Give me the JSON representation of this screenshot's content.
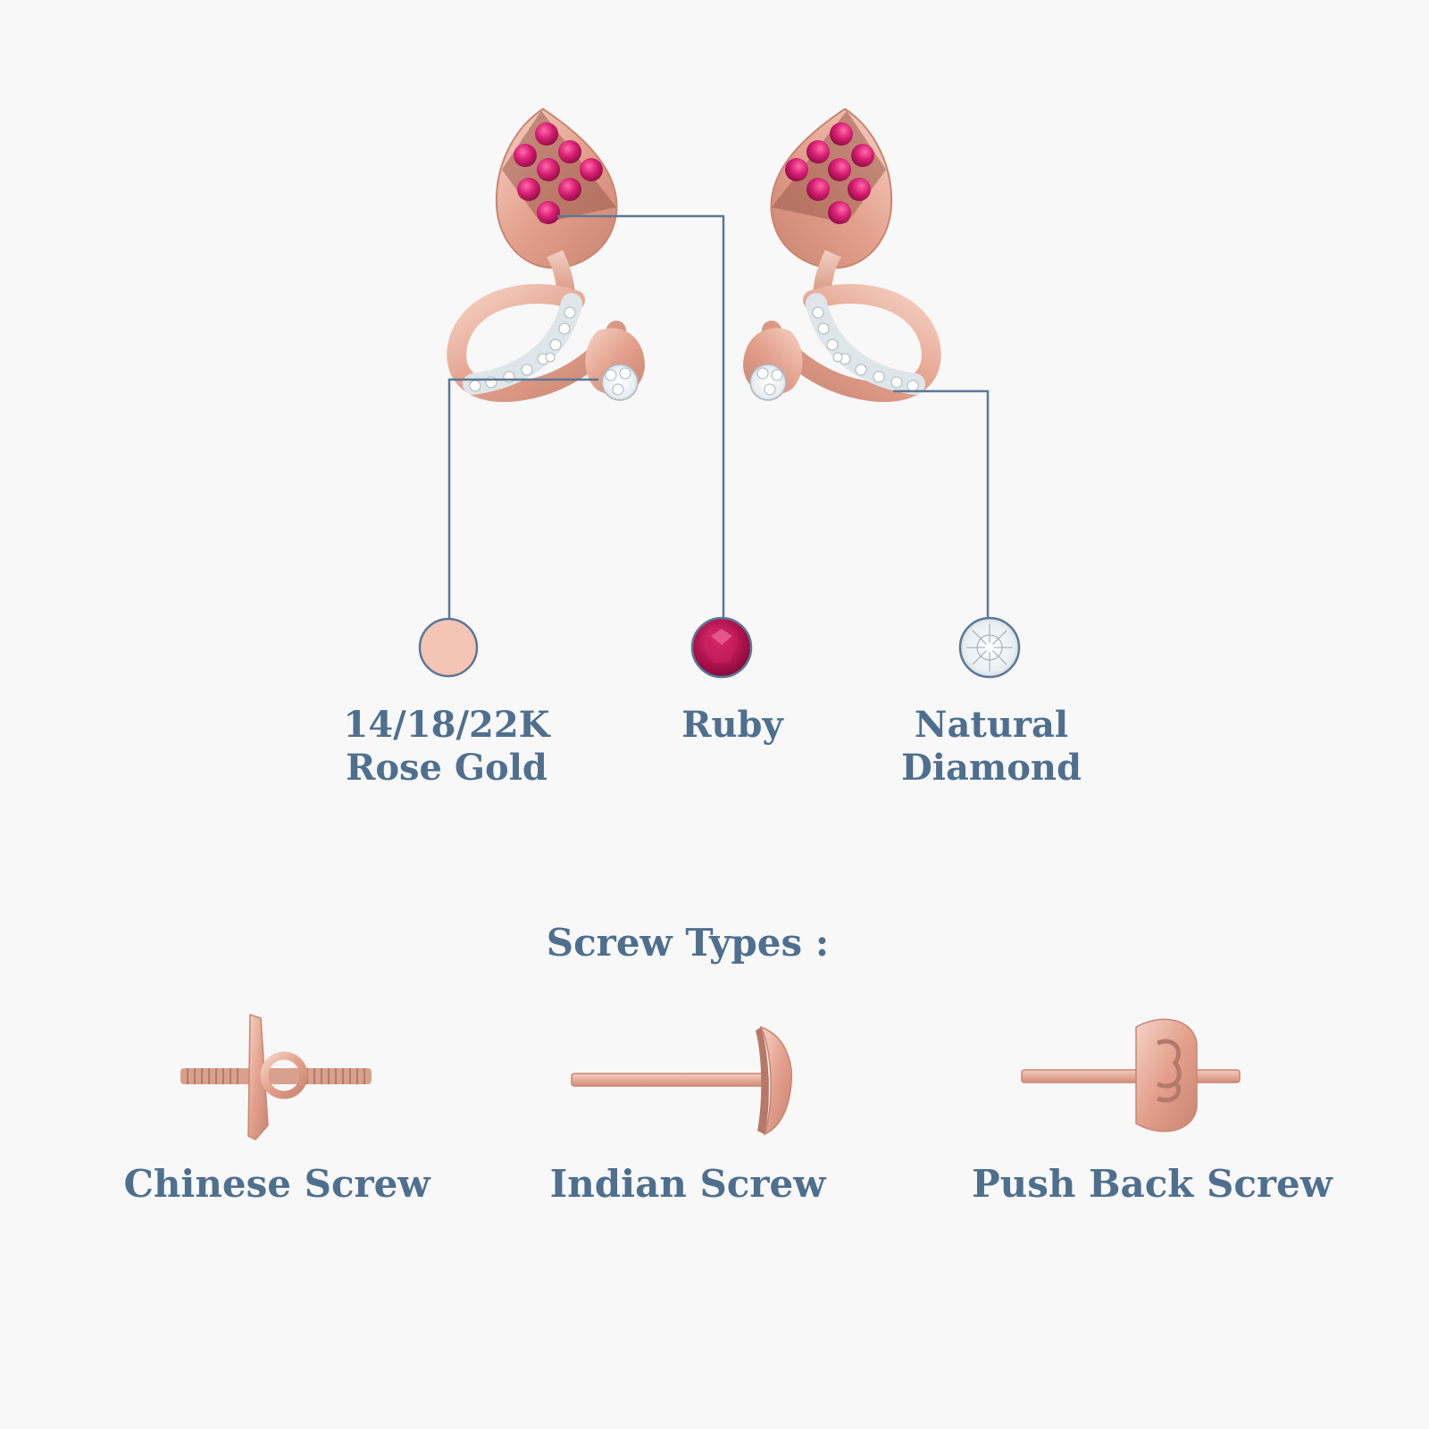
{
  "materials": [
    {
      "line1": "14/18/22K",
      "line2": "Rose Gold",
      "swatch_color": "#f4c4b4",
      "icon": "rose-gold-swatch"
    },
    {
      "line1": "Ruby",
      "line2": "",
      "swatch_color": "#b0124e",
      "icon": "ruby-gem"
    },
    {
      "line1": "Natural",
      "line2": "Diamond",
      "swatch_color": "#ffffff",
      "icon": "diamond-gem"
    }
  ],
  "screw_section": {
    "title": "Screw Types :",
    "types": [
      {
        "label": "Chinese Screw",
        "icon": "chinese-screw"
      },
      {
        "label": "Indian Screw",
        "icon": "indian-screw"
      },
      {
        "label": "Push Back Screw",
        "icon": "push-back-screw"
      }
    ]
  },
  "colors": {
    "text": "#4f6f8f",
    "leader_line": "#5b7896",
    "rose_gold": "#e8a896",
    "ruby": "#d81f74",
    "background": "#f8f8f8"
  }
}
